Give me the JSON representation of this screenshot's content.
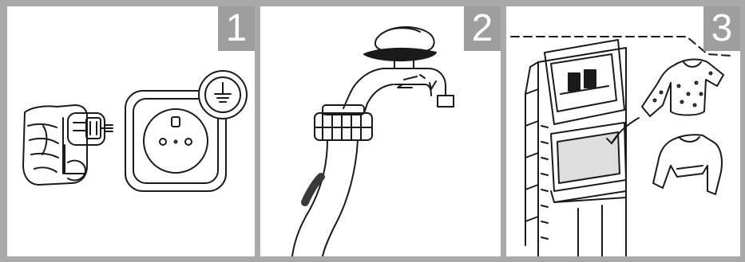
{
  "steps": [
    {
      "number": "1",
      "illustration": "plug-and-grounded-socket"
    },
    {
      "number": "2",
      "illustration": "tap-and-water-hose"
    },
    {
      "number": "3",
      "illustration": "open-washing-machine-and-laundry"
    }
  ],
  "colors": {
    "frame": "#a9a9a9",
    "panel": "#ffffff",
    "badge": "#9e9e9e",
    "line": "#1a1a1a"
  }
}
